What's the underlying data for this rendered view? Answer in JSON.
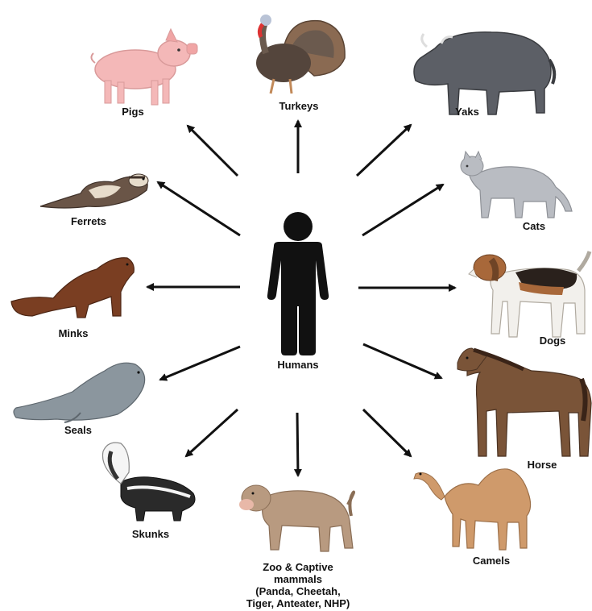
{
  "center": {
    "label": "Humans",
    "icon": "human-figure-icon"
  },
  "nodes": [
    {
      "id": "pigs",
      "label": "Pigs",
      "icon": "pig-icon"
    },
    {
      "id": "turkeys",
      "label": "Turkeys",
      "icon": "turkey-icon"
    },
    {
      "id": "yaks",
      "label": "Yaks",
      "icon": "yak-icon"
    },
    {
      "id": "ferrets",
      "label": "Ferrets",
      "icon": "ferret-icon"
    },
    {
      "id": "cats",
      "label": "Cats",
      "icon": "cat-icon"
    },
    {
      "id": "minks",
      "label": "Minks",
      "icon": "mink-icon"
    },
    {
      "id": "dogs",
      "label": "Dogs",
      "icon": "dog-icon"
    },
    {
      "id": "seals",
      "label": "Seals",
      "icon": "seal-icon"
    },
    {
      "id": "horse",
      "label": "Horse",
      "icon": "horse-icon"
    },
    {
      "id": "skunks",
      "label": "Skunks",
      "icon": "skunk-icon"
    },
    {
      "id": "camels",
      "label": "Camels",
      "icon": "camel-icon"
    },
    {
      "id": "zoo",
      "label_lines": [
        "Zoo & Captive",
        "mammals",
        "(Panda, Cheetah,",
        "Tiger, Anteater, NHP)"
      ],
      "icon": "monkey-icon"
    }
  ],
  "colors": {
    "arrow": "#111111",
    "human": "#111111",
    "pig": "#f4b8b8",
    "turkey": "#6b5a4e",
    "yak": "#5c5f66",
    "ferret": "#e7dccb",
    "cat": "#b9bcc2",
    "mink": "#7a3e22",
    "dog": "#f2f0ec",
    "seal": "#8b969e",
    "horse": "#7a5438",
    "skunk": "#2a2a2a",
    "camel": "#cf9a6b",
    "monkey": "#b89a80"
  }
}
